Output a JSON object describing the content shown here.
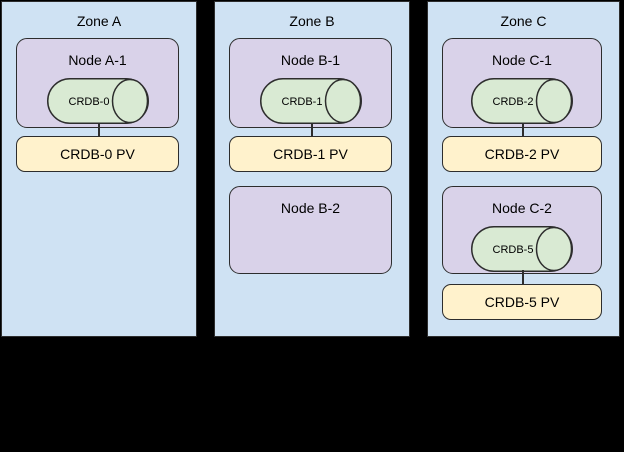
{
  "canvas": {
    "background": "#000000"
  },
  "colors": {
    "zone_fill": "#cfe2f3",
    "node_fill": "#d9d2e9",
    "pod_fill": "#d9ead3",
    "pv_fill": "#fff2cc",
    "border": "#2d2d2d",
    "text": "#000000"
  },
  "zones": [
    {
      "label": "Zone A",
      "nodes": [
        {
          "label": "Node A-1",
          "pod_label": "CRDB-0",
          "pv_label": "CRDB-0 PV"
        }
      ]
    },
    {
      "label": "Zone B",
      "nodes": [
        {
          "label": "Node B-1",
          "pod_label": "CRDB-1",
          "pv_label": "CRDB-1 PV"
        },
        {
          "label": "Node B-2"
        }
      ]
    },
    {
      "label": "Zone C",
      "nodes": [
        {
          "label": "Node C-1",
          "pod_label": "CRDB-2",
          "pv_label": "CRDB-2 PV"
        },
        {
          "label": "Node C-2",
          "pod_label": "CRDB-5",
          "pv_label": "CRDB-5 PV"
        }
      ]
    }
  ]
}
